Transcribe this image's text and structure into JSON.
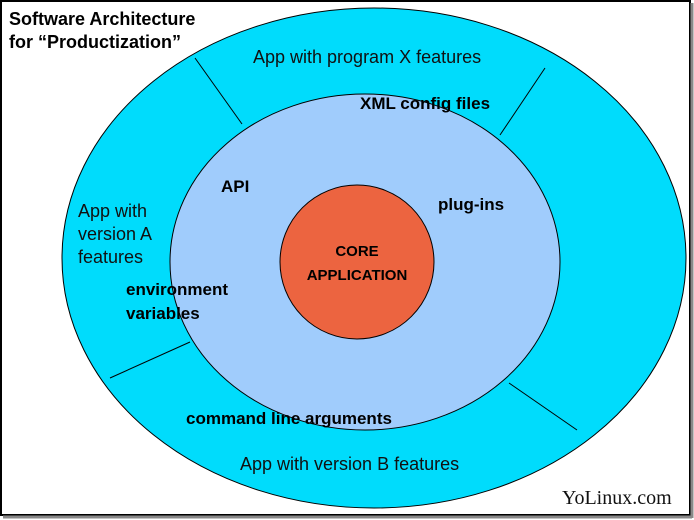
{
  "title": {
    "line1": "Software Architecture",
    "line2": "for “Productization”"
  },
  "outer_ring": {
    "top": "App with program X features",
    "left": [
      "App with",
      "version A",
      "features"
    ],
    "bottom": "App with version B features"
  },
  "middle_ring": {
    "xml": "XML config files",
    "api": "API",
    "plugins": "plug-ins",
    "env": [
      "environment",
      "variables"
    ],
    "cmd": "command line arguments"
  },
  "core": [
    "CORE",
    "APPLICATION"
  ],
  "watermark": "YoLinux.com",
  "colors": {
    "outer": "#00dcfc",
    "middle": "#a0ccfc",
    "core": "#ec6440"
  }
}
